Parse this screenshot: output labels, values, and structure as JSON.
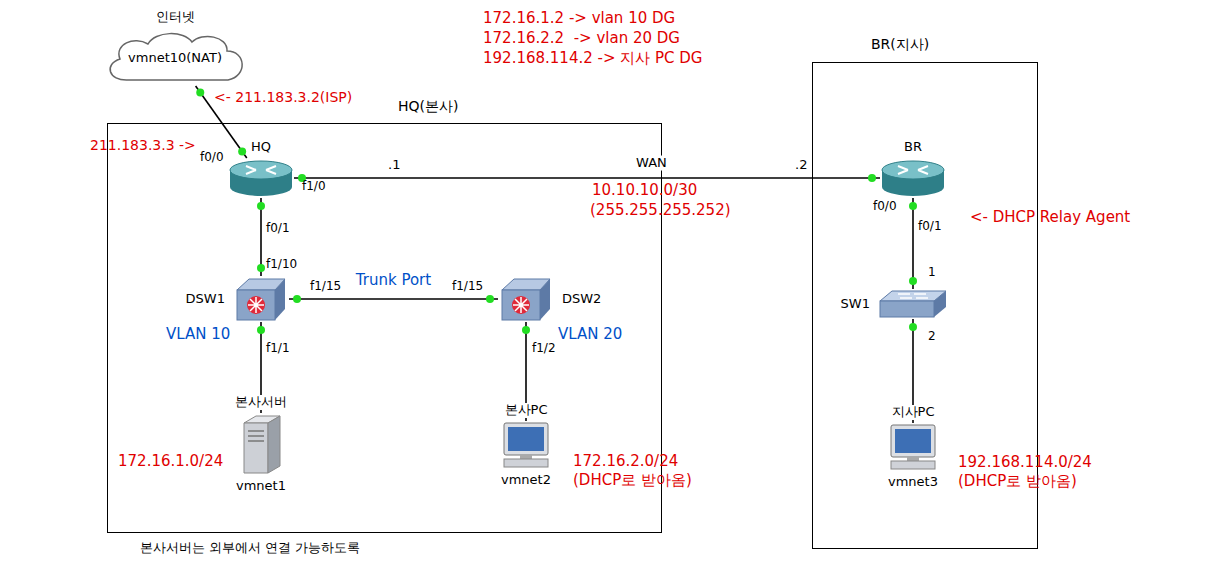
{
  "diagram": {
    "nodes": [
      {
        "text": [
          "인터넷",
          "vmnet10(NAT)"
        ]
      },
      {
        "text": [
          "HQ(본사)"
        ]
      },
      {
        "text": [
          "HQ"
        ],
        "in": 1
      },
      {
        "text": [
          "DSW1"
        ],
        "in": 1
      },
      {
        "text": [
          "DSW2"
        ],
        "in": 1
      },
      {
        "text": [
          "본사서버",
          "vmnet1"
        ],
        "in": 1
      },
      {
        "text": [
          "본사PC",
          "vmnet2"
        ],
        "in": 1
      },
      {
        "text": [
          "BR(지사)"
        ]
      },
      {
        "text": [
          "BR"
        ],
        "in": 7
      },
      {
        "text": [
          "SW1"
        ],
        "in": 7
      },
      {
        "text": [
          "지사PC",
          "vmnet3"
        ],
        "in": 7
      }
    ],
    "edges": [
      {
        "from": 0,
        "to": 2,
        "arrow": "none"
      },
      {
        "from": 2,
        "to": 3,
        "arrow": "none"
      },
      {
        "from": 2,
        "to": 8,
        "label": "WAN",
        "arrow": "none"
      },
      {
        "from": 3,
        "to": 4,
        "label": "Trunk Port",
        "arrow": "none"
      },
      {
        "from": 3,
        "to": 5,
        "arrow": "none"
      },
      {
        "from": 4,
        "to": 6,
        "arrow": "none"
      },
      {
        "from": 8,
        "to": 9,
        "arrow": "none"
      },
      {
        "from": 9,
        "to": 10,
        "arrow": "none"
      }
    ],
    "labels": [
      "172.16.1.2 -> vlan 10 DG",
      "172.16.2.2  -> vlan 20 DG",
      "192.168.114.2 -> 지사 PC DG",
      "<- 211.183.3.2(ISP)",
      "211.183.3.3 ->",
      "f0/0",
      "f1/0",
      ".1",
      ".2",
      "10.10.10.0/30",
      "(255.255.255.252)",
      "f0/0",
      "<- DHCP Relay Agent",
      "f0/1",
      "f1/10",
      "f1/15",
      "f1/15",
      "VLAN 10",
      "VLAN 20",
      "f0/1",
      "1",
      "f1/1",
      "f1/2",
      "2",
      "172.16.1.0/24",
      "172.16.2.0/24",
      "(DHCP로 받아옴)",
      "192.168.114.0/24",
      "(DHCP로 받아옴)",
      "본사서버는 외부에서 연결 가능하도록"
    ]
  }
}
